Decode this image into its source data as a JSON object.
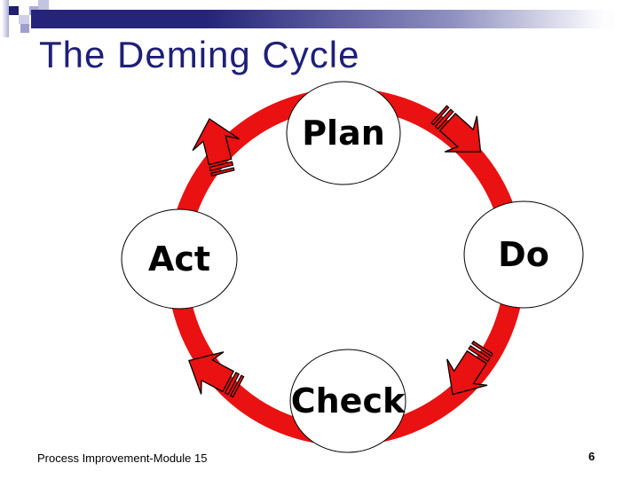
{
  "slide": {
    "title": "The Deming Cycle",
    "footer": "Process Improvement-Module 15",
    "page_number": "6"
  },
  "diagram": {
    "type": "cycle",
    "name": "PDCA Deming cycle",
    "flow": [
      "Plan",
      "Do",
      "Check",
      "Act"
    ],
    "nodes": [
      {
        "id": "plan",
        "label": "Plan"
      },
      {
        "id": "do",
        "label": "Do"
      },
      {
        "id": "check",
        "label": "Check"
      },
      {
        "id": "act",
        "label": "Act"
      }
    ],
    "colors": {
      "ring": "#e91111",
      "arrow_fill": "#e91111",
      "arrow_outline": "#000000",
      "node_fill": "#ffffff",
      "node_border": "#000000",
      "label": "#000000"
    }
  },
  "theme": {
    "title_color": "#1f1f78",
    "bar_gradient_start": "#24247b",
    "bar_gradient_end": "#fdfdff",
    "decoration_navy": "#20206e",
    "decoration_lavender": "#ababd6"
  }
}
